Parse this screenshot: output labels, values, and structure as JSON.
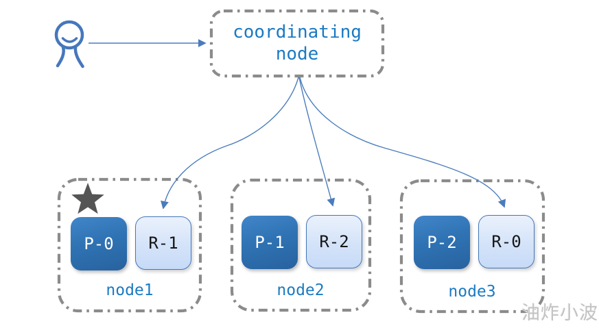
{
  "coordinating_node": {
    "label": "coordinating node"
  },
  "nodes": [
    {
      "label": "node1",
      "primary_shard": "P-0",
      "replica_shard": "R-1",
      "star": true
    },
    {
      "label": "node2",
      "primary_shard": "P-1",
      "replica_shard": "R-2",
      "star": false
    },
    {
      "label": "node3",
      "primary_shard": "P-2",
      "replica_shard": "R-0",
      "star": false
    }
  ],
  "watermark": {
    "text": "油炸小波"
  },
  "colors": {
    "primary_shard_fill": "#2E75B6",
    "replica_shard_fill": "#D4E3F9",
    "replica_shard_border": "#4377B8",
    "label_text": "#1B7AC2",
    "dashed_border": "#8B8B8B",
    "arrow": "#4A7CBC",
    "star": "#555555",
    "background": "#FFFFFF"
  }
}
